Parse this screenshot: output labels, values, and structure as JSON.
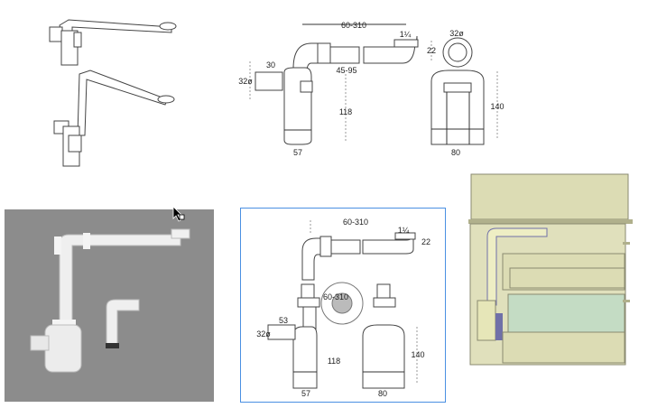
{
  "top_drawing": {
    "dim_length": "60-310",
    "dim_thread": "1¼",
    "dim_diameter_right": "32ø",
    "dim_height_22": "22",
    "dim_30": "30",
    "dim_diameter_left": "32ø",
    "dim_45_95": "45-95",
    "dim_118": "118",
    "dim_140": "140",
    "dim_57": "57",
    "dim_80": "80"
  },
  "bottom_drawing": {
    "dim_length": "60-310",
    "dim_thread": "1¼",
    "dim_22": "22",
    "dim_range_circle": "60-310",
    "dim_53": "53",
    "dim_diameter": "32ø",
    "dim_118": "118",
    "dim_140": "140",
    "dim_57": "57",
    "dim_80": "80"
  },
  "colors": {
    "selection_border": "#4a90e2",
    "photo_bg": "#8c8c8c",
    "cad_body": "#dcdcb4",
    "cad_panel": "#c4dcc4"
  }
}
